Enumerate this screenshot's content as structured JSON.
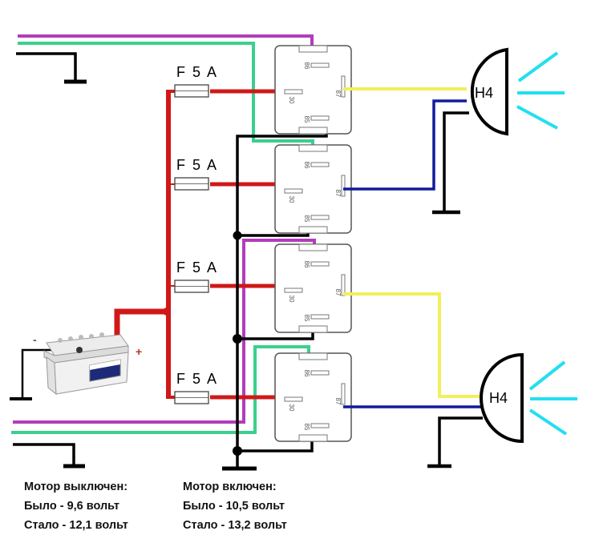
{
  "diagram": {
    "title": "H4 headlight relay wiring diagram",
    "colors": {
      "power": "#d01818",
      "ground": "#000000",
      "control_purple": "#b23dbb",
      "control_green": "#3ccf8e",
      "low_beam_yellow": "#f2ef5a",
      "high_beam_blue": "#101c9c",
      "light_rays": "#22dff0",
      "relay_outline": "#555555"
    },
    "battery": {
      "minus_label": "-",
      "plus_label": "+"
    },
    "fuses": [
      {
        "label": "F 5 A"
      },
      {
        "label": "F 5 A"
      },
      {
        "label": "F 5 A"
      },
      {
        "label": "F 5 A"
      }
    ],
    "relays": [
      {
        "pins": {
          "p86": "86",
          "p30": "30",
          "p85": "85",
          "p87": "87"
        },
        "control_wire": "purple",
        "output_wire": "yellow",
        "output_lamp": "upper"
      },
      {
        "pins": {
          "p86": "86",
          "p30": "30",
          "p85": "85",
          "p87": "87"
        },
        "control_wire": "green",
        "output_wire": "blue",
        "output_lamp": "upper"
      },
      {
        "pins": {
          "p86": "86",
          "p30": "30",
          "p85": "85",
          "p87": "87"
        },
        "control_wire": "purple",
        "output_wire": "yellow",
        "output_lamp": "lower"
      },
      {
        "pins": {
          "p86": "86",
          "p30": "30",
          "p85": "85",
          "p87": "87"
        },
        "control_wire": "green",
        "output_wire": "blue",
        "output_lamp": "lower"
      }
    ],
    "lamps": [
      {
        "label": "H4"
      },
      {
        "label": "H4"
      }
    ]
  },
  "notes": {
    "engine_off": {
      "heading": "Мотор выключен:",
      "before": "Было - 9,6 вольт",
      "after": "Стало - 12,1 вольт"
    },
    "engine_on": {
      "heading": "Мотор включен:",
      "before": "Было - 10,5 вольт",
      "after": "Стало - 13,2 вольт"
    }
  }
}
